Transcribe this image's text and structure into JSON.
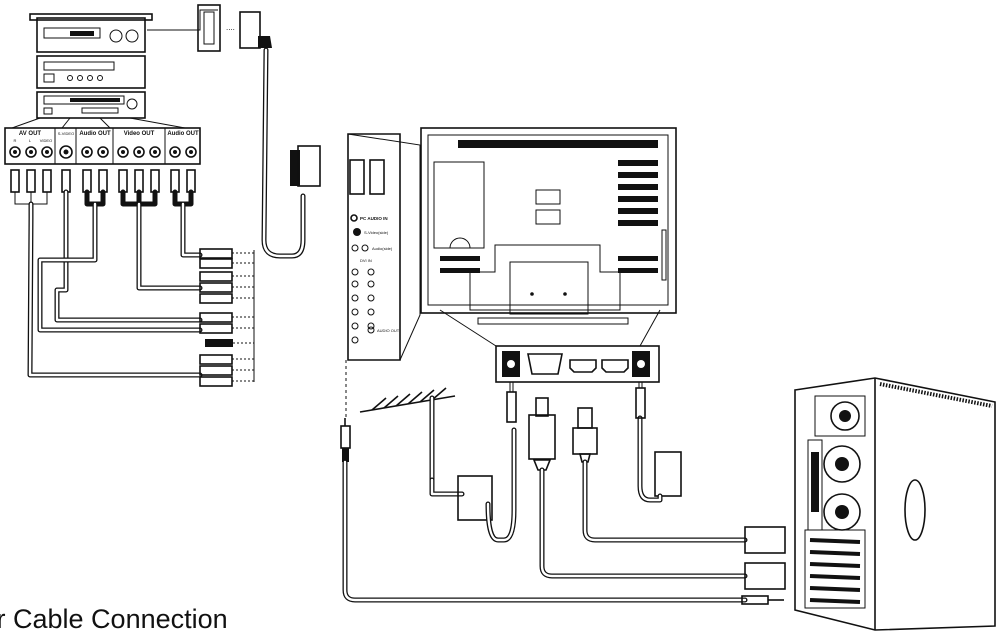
{
  "caption": "wer Cable Connection",
  "source_panel": {
    "group1": "AV OUT",
    "group2": "Audio OUT",
    "group3": "Video OUT",
    "group4": "Audio OUT",
    "sub_r": "R",
    "sub_l": "L",
    "sub_video": "VIDEO",
    "sub_svideo": "S-VIDEO"
  },
  "tv_side_panel": {
    "pc_audio": "PC AUDIO IN",
    "s_video": "S-Video(side)",
    "audio_side": "Audio(side)",
    "dvi_in": "DVI IN",
    "audio_out": "AUDIO OUT"
  },
  "icons": [
    "dvd-player-icon",
    "vcr-icon",
    "scart-plug-icon",
    "antenna-icon",
    "pc-tower-icon",
    "rca-plug-icon",
    "vga-plug-icon",
    "hdmi-plug-icon",
    "audio-jack-icon"
  ]
}
